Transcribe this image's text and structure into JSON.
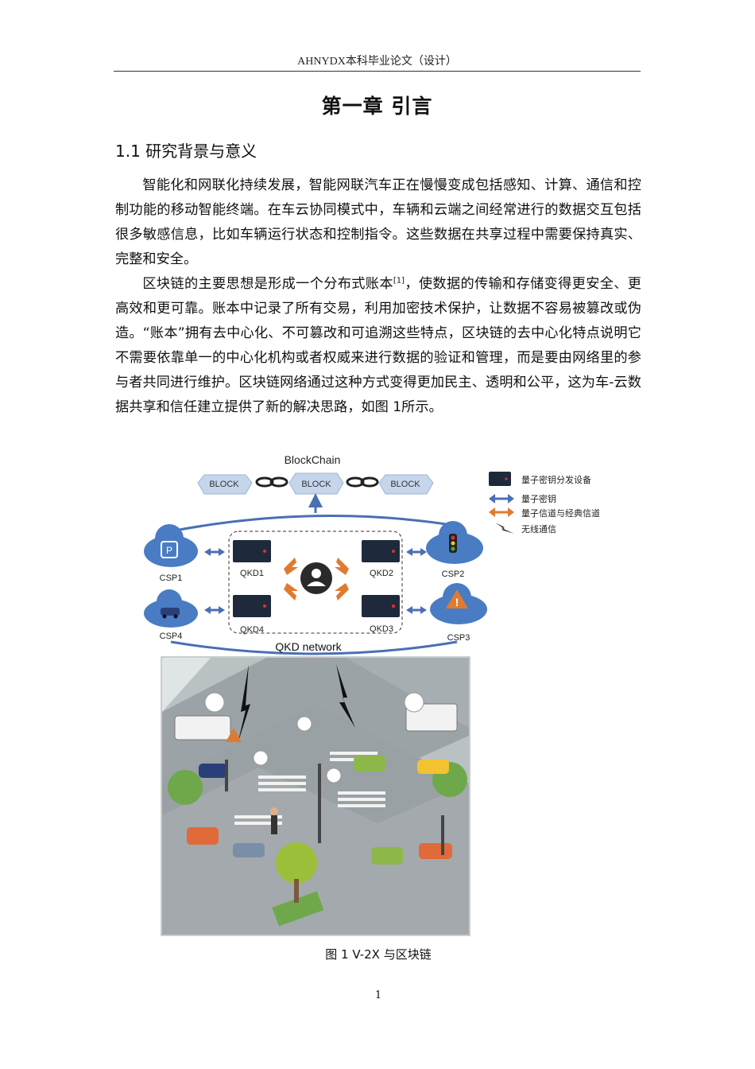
{
  "header": {
    "text": "AHNYDX本科毕业论文（设计）"
  },
  "chapter": {
    "title": "第一章  引言"
  },
  "section": {
    "title": "1.1 研究背景与意义"
  },
  "paragraphs": [
    "智能化和网联化持续发展，智能网联汽车正在慢慢变成包括感知、计算、通信和控制功能的移动智能终端。在车云协同模式中，车辆和云端之间经常进行的数据交互包括很多敏感信息，比如车辆运行状态和控制指令。这些数据在共享过程中需要保持真实、完整和安全。",
    {
      "before": "区块链的主要思想是形成一个分布式账本",
      "cite": "[1]",
      "after": "，使数据的传输和存储变得更安全、更高效和更可靠。账本中记录了所有交易，利用加密技术保护，让数据不容易被篡改或伪造。“账本”拥有去中心化、不可篡改和可追溯这些特点，区块链的去中心化特点说明它不需要依靠单一的中心化机构或者权威来进行数据的验证和管理，而是要由网络里的参与者共同进行维护。区块链网络通过这种方式变得更加民主、透明和公平，这为车-云数据共享和信任建立提供了新的解决思路，如图 1所示。"
    }
  ],
  "figure": {
    "blockchain_title": "BlockChain",
    "blocks": [
      "BLOCK",
      "BLOCK",
      "BLOCK"
    ],
    "legend": [
      {
        "icon": "qkd-device-icon",
        "label": "量子密钥分发设备"
      },
      {
        "icon": "blue-double-arrow-icon",
        "label": "量子密钥",
        "color": "#4a6fb5"
      },
      {
        "icon": "orange-double-arrow-icon",
        "label": "量子信道与经典信道",
        "color": "#e07a30"
      },
      {
        "icon": "lightning-icon",
        "label": "无线通信"
      }
    ],
    "csp_labels": [
      "CSP1",
      "CSP2",
      "CSP3",
      "CSP4"
    ],
    "qkd_labels": [
      "QKD1",
      "QKD2",
      "QKD3",
      "QKD4"
    ],
    "network_label": "QKD network",
    "colors": {
      "cloud": "#4a7cc4",
      "arrow_blue": "#4a6fb5",
      "arrow_orange": "#e07a30",
      "block": "#c5d6ec"
    }
  },
  "caption": "图  1 V-2X 与区块链",
  "page_number": "1"
}
